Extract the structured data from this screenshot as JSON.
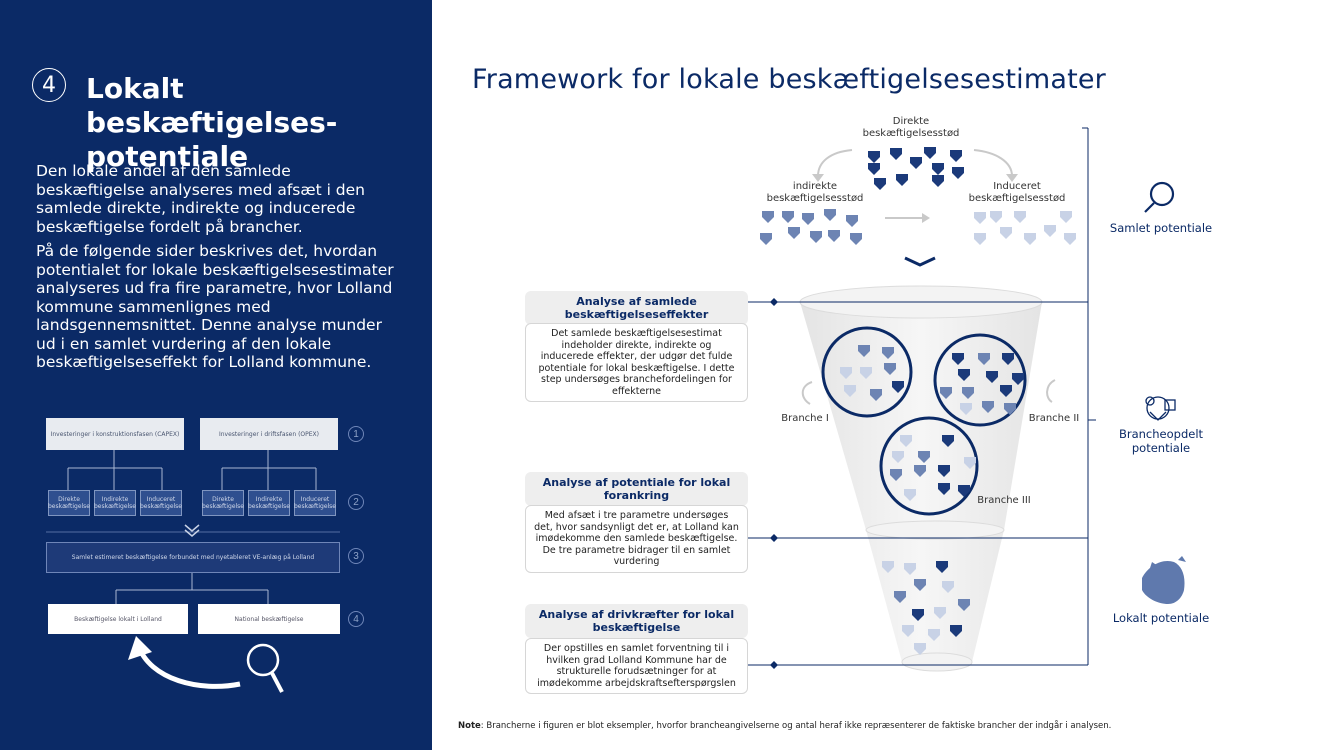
{
  "left_panel": {
    "section_number": "4",
    "title": "Lokalt beskæftigelses-potentiale",
    "paragraph1": "Den lokale andel af den samlede beskæftigelse analyseres med afsæt i den samlede direkte, indirekte og inducerede beskæftigelse fordelt på brancher.",
    "paragraph2": "På de følgende sider beskrives det, hvordan potentialet for lokale beskæftigelsesestimater analyseres ud fra fire parametre, hvor Lolland kommune sammenlignes med landsgennemsnittet. Denne analyse munder ud i en samlet vurdering af den lokale beskæftigelseseffekt for Lolland kommune."
  },
  "mini_diagram": {
    "capex": "Investeringer i konstruktionsfasen (CAPEX)",
    "opex": "Investeringer i driftsfasen (OPEX)",
    "capex_children": [
      "Direkte beskæftigelse",
      "Indirekte beskæftigelse",
      "Induceret beskæftigelse"
    ],
    "opex_children": [
      "Direkte beskæftigelse",
      "Indirekte beskæftigelse",
      "Induceret beskæftigelse"
    ],
    "total": "Samlet estimeret beskæftigelse forbundet med nyetableret VE-anlæg på Lolland",
    "local": "Beskæftigelse lokalt i Lolland",
    "national": "National beskæftigelse",
    "step_numbers": [
      "1",
      "2",
      "3",
      "4"
    ]
  },
  "main": {
    "title": "Framework for lokale beskæftigelsesestimater",
    "top_labels": {
      "direct": "Direkte beskæftigelsesstød",
      "indirect": "indirekte beskæftigelsesstød",
      "induced": "Induceret beskæftigelsesstød"
    },
    "branches": [
      "Branche I",
      "Branche II",
      "Branche III"
    ],
    "boxes": [
      {
        "head": "Analyse af samlede beskæftigelseseffekter",
        "body": "Det samlede beskæftigelsesestimat indeholder direkte, indirekte og inducerede effekter, der udgør det fulde potentiale for lokal beskæftigelse. I dette step undersøges branchefordelingen for effekterne"
      },
      {
        "head": "Analyse af potentiale for lokal forankring",
        "body": "Med afsæt i tre parametre undersøges det, hvor sandsynligt det er, at Lolland kan imødekomme den samlede beskæftigelse. De tre parametre bidrager til en samlet vurdering"
      },
      {
        "head": "Analyse af drivkræfter for lokal beskæftigelse",
        "body": "Der opstilles en samlet forventning til i hvilken grad Lolland Kommune har de strukturelle forudsætninger for at imødekomme arbejdskraftsefterspørgslen"
      }
    ],
    "side_labels": [
      "Samlet potentiale",
      "Brancheopdelt potentiale",
      "Lokalt potentiale"
    ],
    "note_label": "Note",
    "note_text": ": Brancherne i figuren er blot eksempler, hvorfor brancheangivelserne og antal heraf ikke repræsenterer de faktiske brancher der indgår i analysen."
  },
  "colors": {
    "navy": "#0b2a66",
    "dark_marker": "#1b3a7a",
    "mid_marker": "#6d84b3",
    "light_marker": "#c8d2e6",
    "funnel": "#ececec"
  }
}
